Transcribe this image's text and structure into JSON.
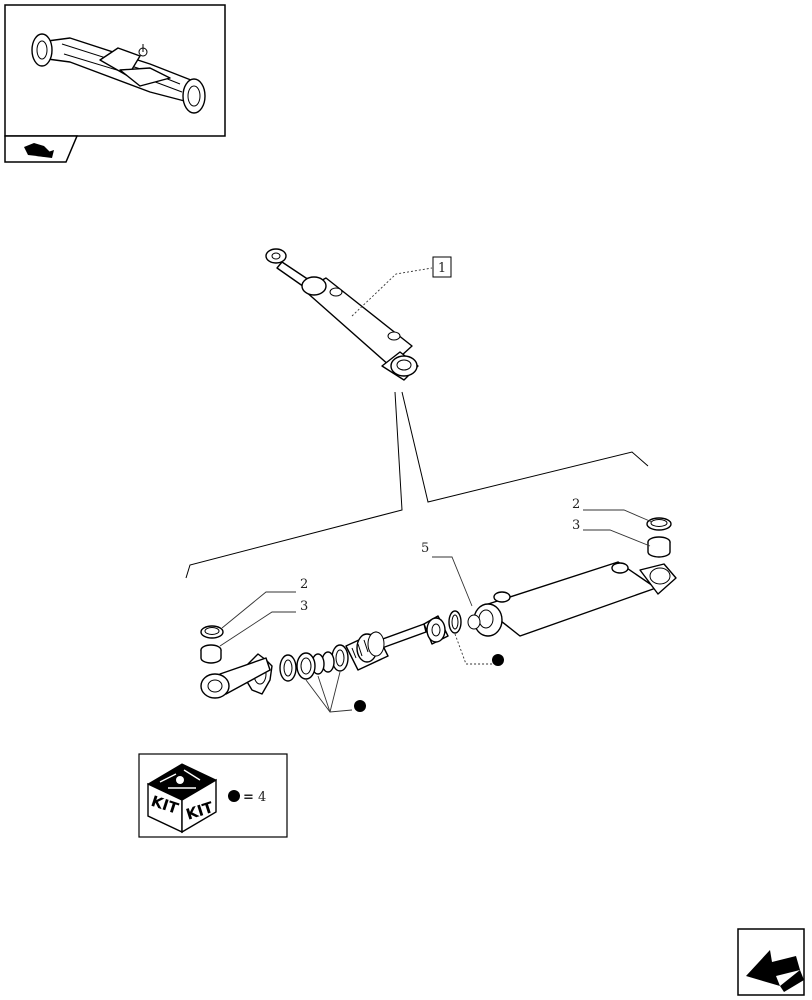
{
  "thumbnail": {
    "icon": "axle-assembly-thumbnail",
    "tab_icon": "tractor-tab-icon"
  },
  "assembly_label": "1",
  "callouts": {
    "ring_right": "2",
    "bushing_right": "3",
    "ring_left": "2",
    "bushing_left": "3",
    "seal_kit_item": "5"
  },
  "kit_legend": {
    "kit_word_1": "KIT",
    "kit_word_2": "KIT",
    "equals": "=",
    "kit_number": "4"
  },
  "navigation": {
    "icon": "previous-page-arrow-icon"
  }
}
